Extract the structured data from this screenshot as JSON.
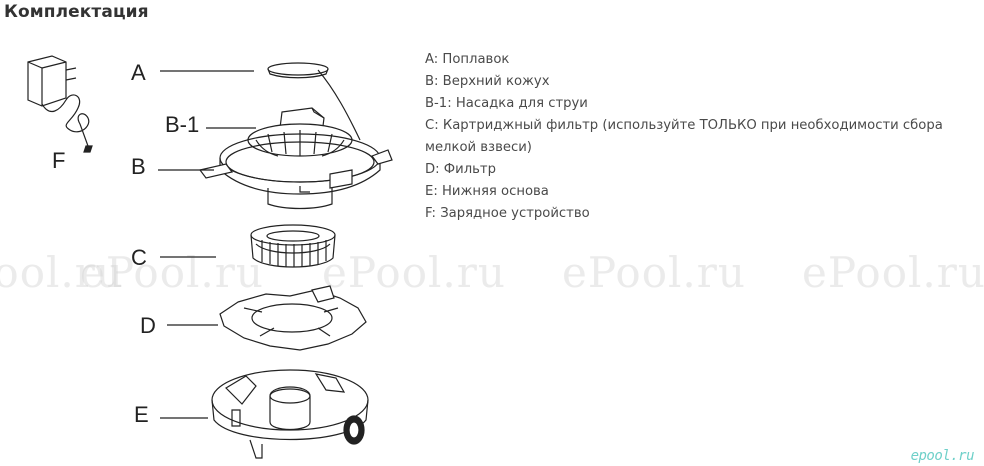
{
  "page": {
    "title": "Комплектация"
  },
  "diagram": {
    "labels": {
      "a": "A",
      "b1": "B-1",
      "b": "B",
      "c": "C",
      "d": "D",
      "e": "E",
      "f": "F"
    }
  },
  "legend": {
    "items": [
      "A: Поплавок",
      "B: Верхний кожух",
      "B-1: Насадка для струи",
      "C: Картриджный фильтр (используйте ТОЛЬКО при необходимости сбора мелкой взвеси)",
      "D: Фильтр",
      "E: Нижняя основа",
      "F: Зарядное устройство"
    ]
  },
  "watermark": {
    "text": "ePool.ru",
    "small": "epool.ru"
  }
}
